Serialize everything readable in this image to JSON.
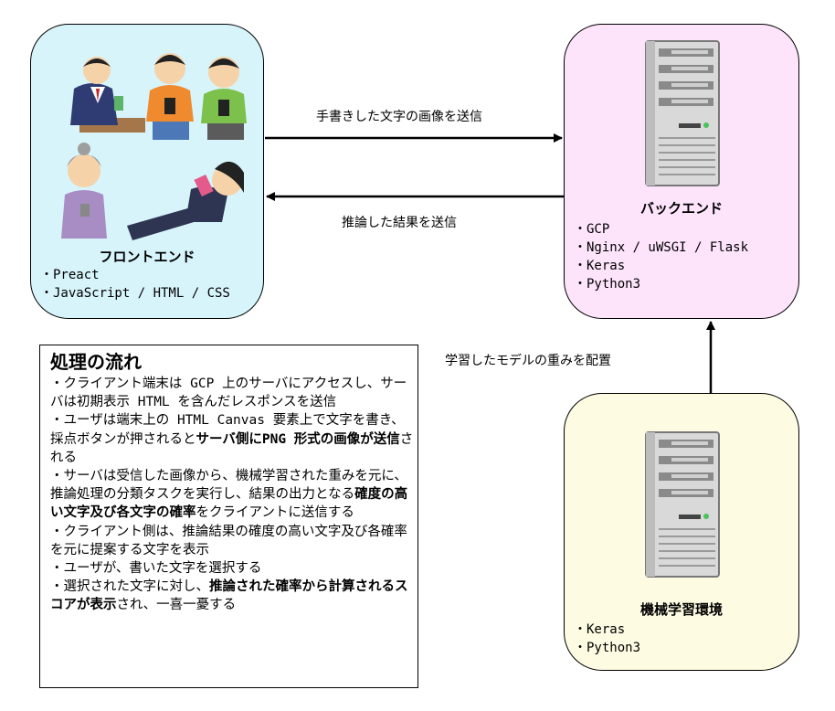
{
  "frontend": {
    "title": "フロントエンド",
    "items": [
      "Preact",
      "JavaScript / HTML / CSS"
    ]
  },
  "backend": {
    "title": "バックエンド",
    "items": [
      "GCP",
      "Nginx / uWSGI / Flask",
      "Keras",
      "Python3"
    ]
  },
  "ml_env": {
    "title": "機械学習環境",
    "items": [
      "Keras",
      "Python3"
    ]
  },
  "edges": {
    "send_image": "手書きした文字の画像を送信",
    "return_result": "推論した結果を送信",
    "deploy_weights": "学習したモデルの重みを配置"
  },
  "notes": {
    "title": "処理の流れ",
    "steps": [
      [
        {
          "text": "・クライアント端末は GCP 上のサーバにアクセスし、サーバは初期表示 HTML を含んだレスポンスを送信",
          "bold": false
        }
      ],
      [
        {
          "text": "・ユーザは端末上の HTML Canvas 要素上で文字を書き、採点ボタンが押されると",
          "bold": false
        },
        {
          "text": "サーバ側にPNG 形式の画像が送信",
          "bold": true
        },
        {
          "text": "される",
          "bold": false
        }
      ],
      [
        {
          "text": "・サーバは受信した画像から、機械学習された重みを元に、推論処理の分類タスクを実行し、結果の出力となる",
          "bold": false
        },
        {
          "text": "確度の高い文字及び各文字の確率",
          "bold": true
        },
        {
          "text": "をクライアントに送信する",
          "bold": false
        }
      ],
      [
        {
          "text": "・クライアント側は、推論結果の確度の高い文字及び各確率を元に提案する文字を表示",
          "bold": false
        }
      ],
      [
        {
          "text": "・ユーザが、書いた文字を選択する",
          "bold": false
        }
      ],
      [
        {
          "text": "・選択された文字に対し、",
          "bold": false
        },
        {
          "text": "推論された確率から計算されるスコアが表示",
          "bold": true
        },
        {
          "text": "され、一喜一憂する",
          "bold": false
        }
      ]
    ]
  },
  "colors": {
    "frontend_bg": "#d7f4fb",
    "backend_bg": "#fde4fb",
    "ml_bg": "#fdfbe1",
    "server_body": "#d9d9d9"
  },
  "icons": {
    "frontend": "people-using-smartphones-illustration",
    "backend": "server-tower-icon",
    "ml_env": "server-tower-icon"
  }
}
